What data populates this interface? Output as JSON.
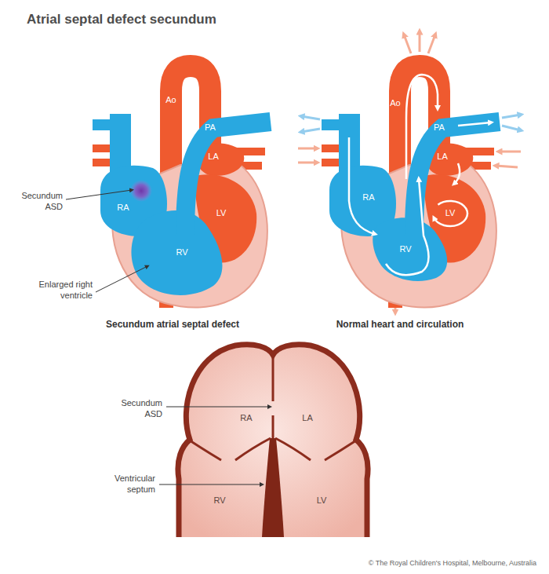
{
  "diagram": {
    "title": "Atrial septal defect secundum",
    "labels": [
      "Ao",
      "PA",
      "Secundum ASD",
      "LA",
      "RA",
      "LV",
      "RV",
      "Enlarged right ventricle",
      "Secundum atrial septal defect",
      "Ao",
      "PA",
      "LA",
      "RA",
      "LV",
      "RV",
      "Normal heart and circulation",
      "Secundum ASD",
      "RA",
      "LA",
      "Ventricular septum",
      "RV",
      "LV",
      "© The Royal Children's Hospital, Melbourne, Australia"
    ]
  }
}
